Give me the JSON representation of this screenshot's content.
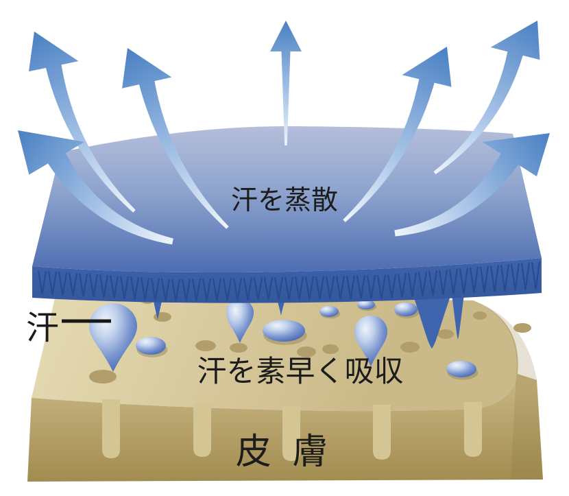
{
  "labels": {
    "evaporate": "汗を蒸散",
    "sweat": "汗",
    "absorb": "汗を素早く吸収",
    "skin": "皮 膚"
  },
  "colors": {
    "arrow_blue": "#4a80c3",
    "arrow_pale": "#eef4fb",
    "fabric_top_light": "#b4bdda",
    "fabric_top_deep": "#4a6ab0",
    "fabric_edge": "#3a5fa8",
    "fabric_fiber": "#27468c",
    "skin_top": "#e0d4ab",
    "skin_front": "#b7a26b",
    "skin_duct": "#d4c594",
    "pore": "#b19e6b",
    "droplet_blue": "#5578bf",
    "drip_blue": "#3f65ae",
    "text": "#1c1c1c"
  }
}
